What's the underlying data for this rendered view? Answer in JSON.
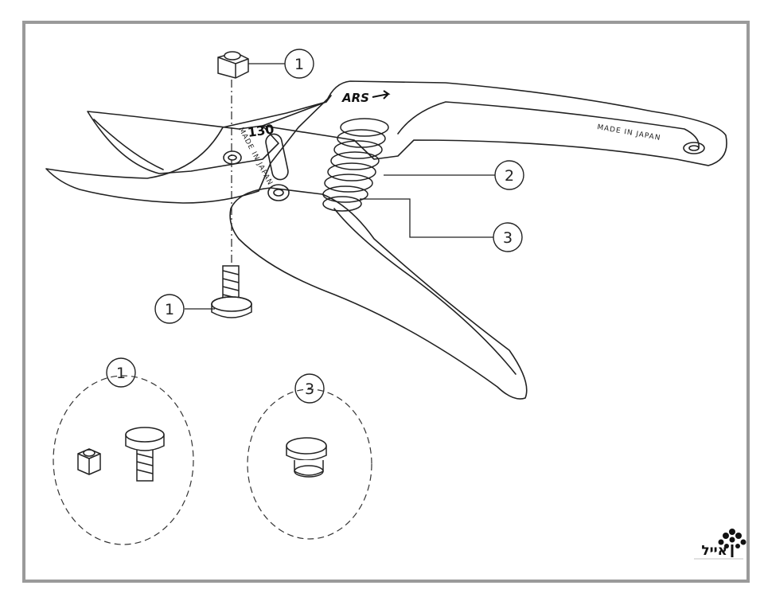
{
  "callouts": {
    "nut": "1",
    "spring": "2",
    "cushion": "3",
    "bolt": "1",
    "detail_bolt_nut": "1",
    "detail_cushion": "3"
  },
  "markings": {
    "brand": "ARS",
    "model": "130",
    "blade_origin": "MADE IN JAPAN",
    "handle_origin": "MADE IN JAPAN"
  },
  "logo": {
    "text": "אייל"
  },
  "colors": {
    "frame_border": "#9a9a9a",
    "line": "#222222",
    "background": "#ffffff"
  }
}
